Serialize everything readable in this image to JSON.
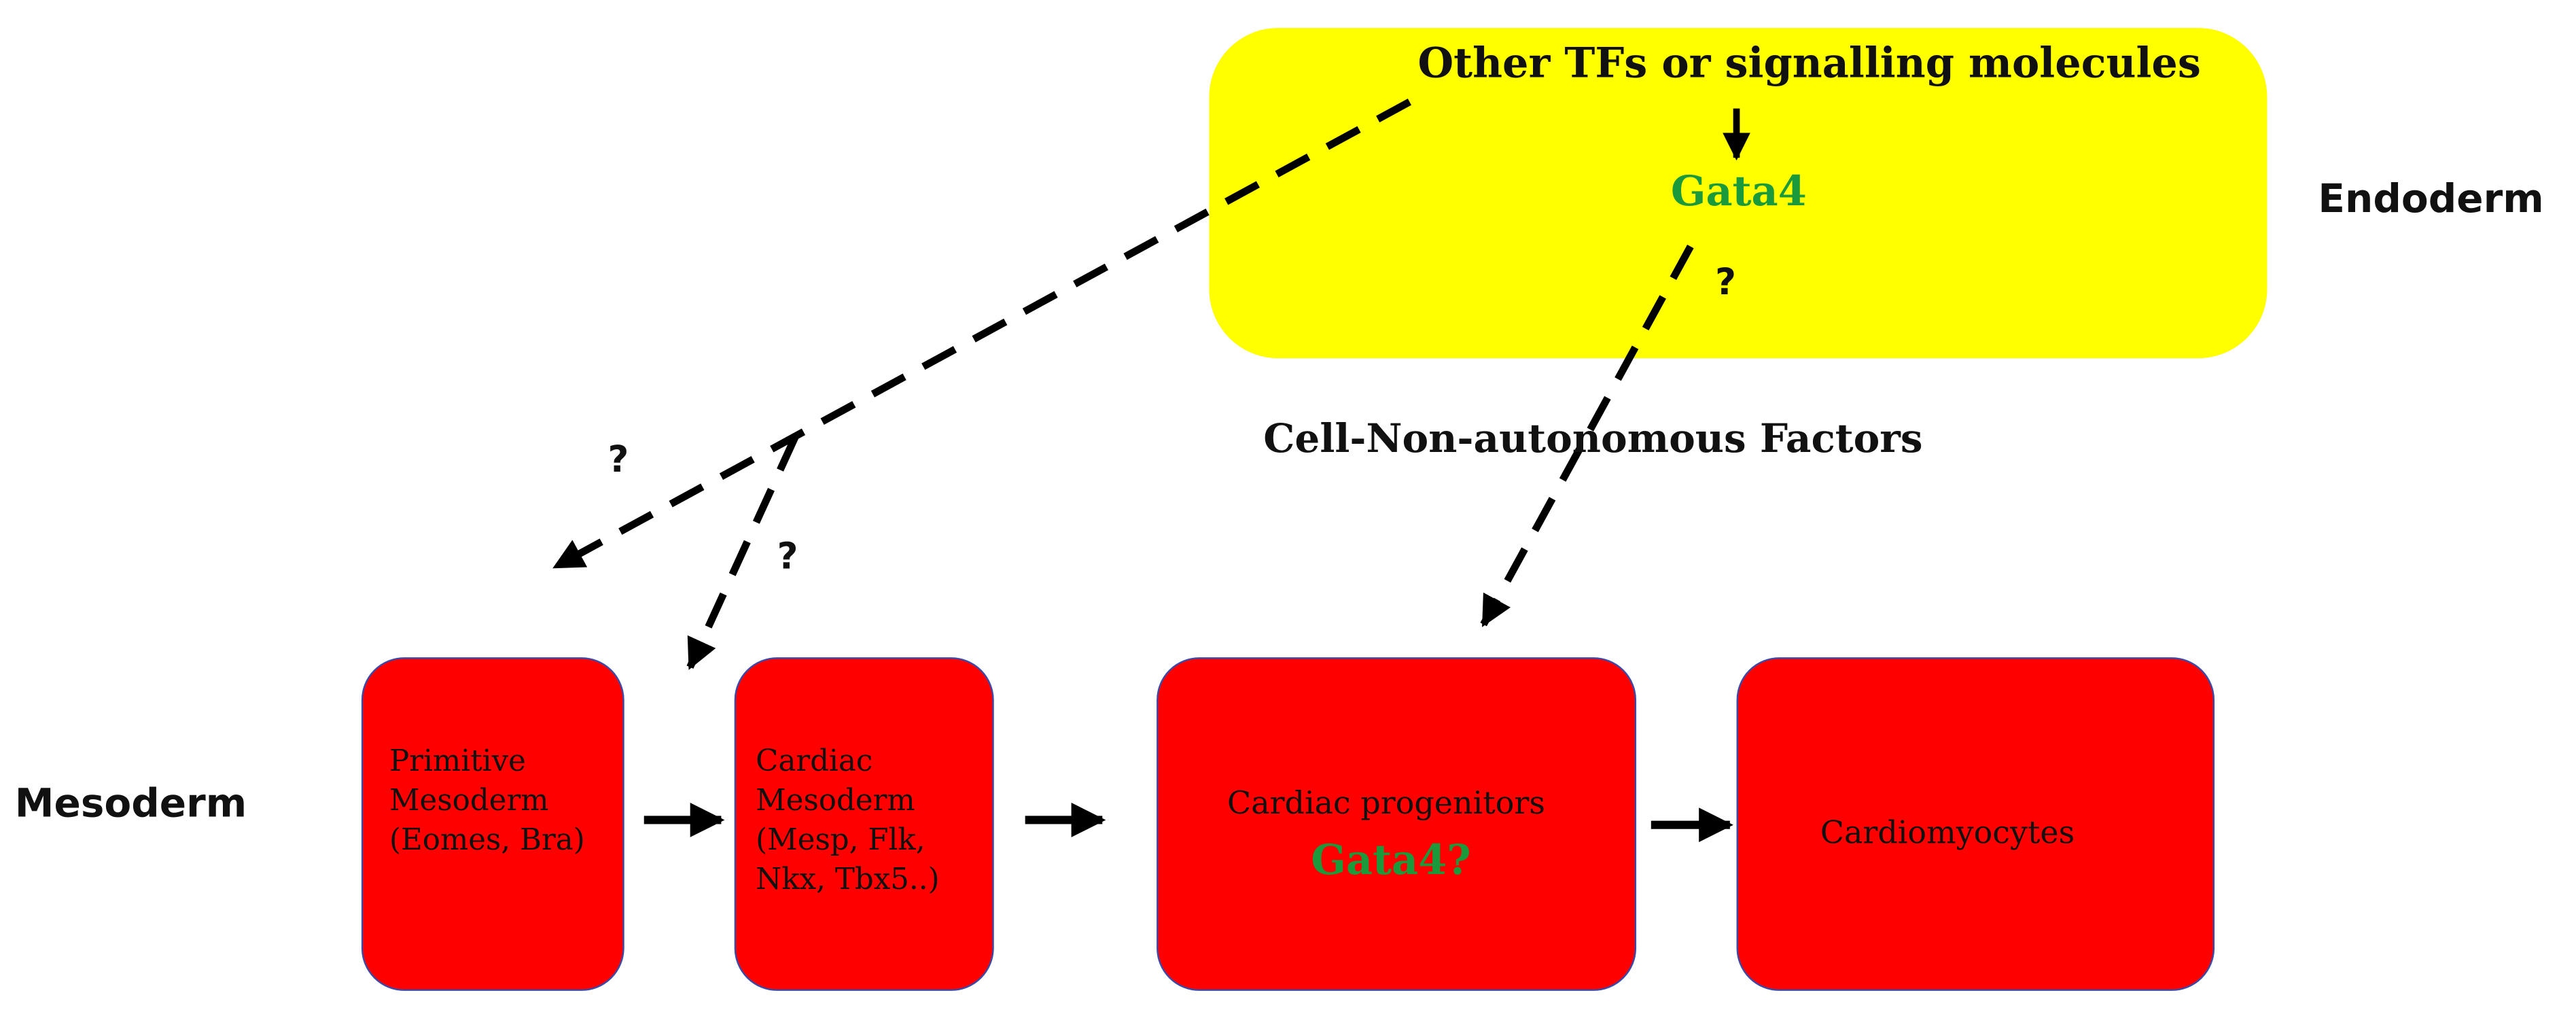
{
  "colors": {
    "endoderm_box": "#ffff00",
    "mesoderm_boxes": "#ff0000",
    "box_border": "#3a4aa8",
    "gata4_text": "#1a9a3a",
    "arrows": "#000000"
  },
  "endoderm": {
    "region_label": "Endoderm",
    "signals": "Other TFs or signalling molecules",
    "gata4": "Gata4"
  },
  "mesoderm": {
    "region_label": "Mesoderm"
  },
  "middle_label": "Cell-Non-autonomous Factors",
  "question_marks": [
    "?",
    "?",
    "?"
  ],
  "boxes": {
    "primitive": {
      "line1": "Primitive",
      "line2": "Mesoderm",
      "line3": "(Eomes, Bra)"
    },
    "cardiac_mesoderm": {
      "line1": "Cardiac",
      "line2": "Mesoderm",
      "line3": "(Mesp, Flk,",
      "line4": "Nkx, Tbx5..)"
    },
    "progenitors": {
      "title": "Cardiac progenitors",
      "gata4": "Gata4?"
    },
    "cardiomyocytes": {
      "title": "Cardiomyocytes"
    }
  }
}
